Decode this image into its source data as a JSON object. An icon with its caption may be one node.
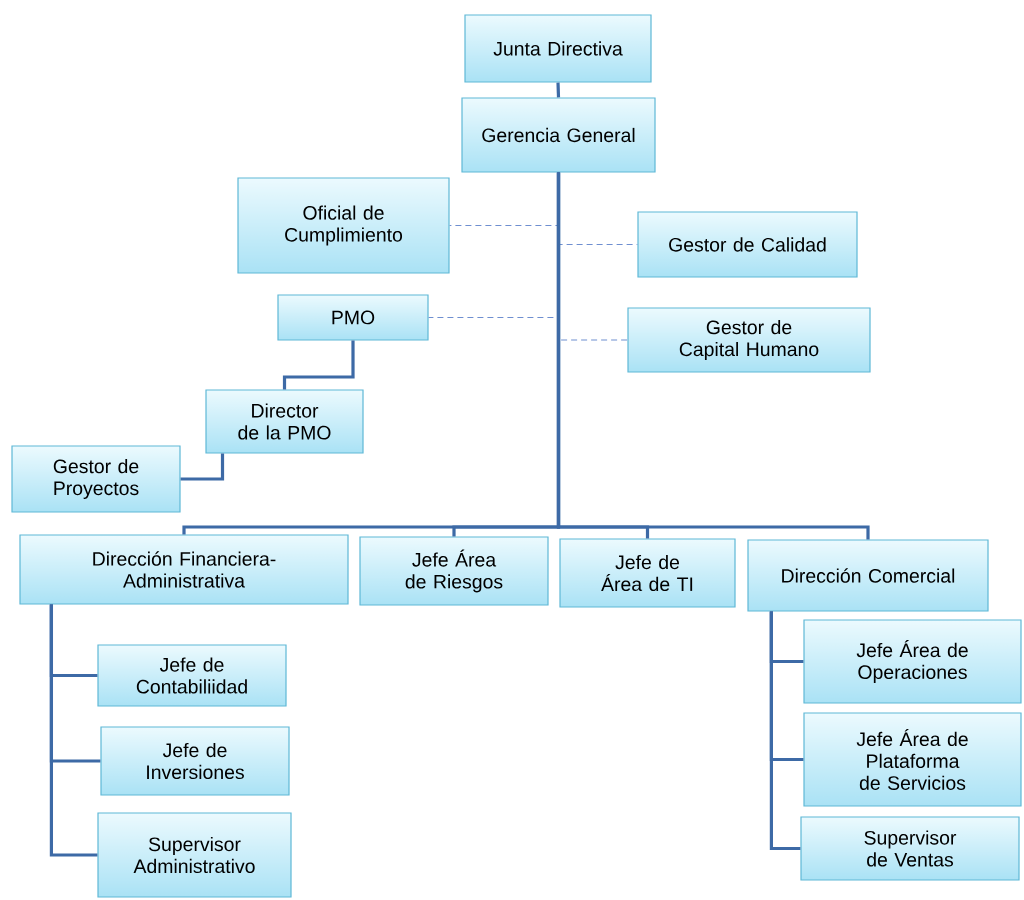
{
  "diagram": {
    "nodes": [
      {
        "text": [
          "Junta Directiva"
        ]
      },
      {
        "text": [
          "Gerencia General"
        ]
      },
      {
        "text": [
          "Oficial de Cumplimiento"
        ]
      },
      {
        "text": [
          "Gestor de Calidad"
        ]
      },
      {
        "text": [
          "PMO"
        ]
      },
      {
        "text": [
          "Gestor de Capital Humano"
        ]
      },
      {
        "text": [
          "Director de la PMO"
        ]
      },
      {
        "text": [
          "Gestor de Proyectos"
        ]
      },
      {
        "text": [
          "Dirección Financiera-Administrativa"
        ]
      },
      {
        "text": [
          "Jefe Área de Riesgos"
        ]
      },
      {
        "text": [
          "Jefe de Área de TI"
        ]
      },
      {
        "text": [
          "Dirección Comercial"
        ]
      },
      {
        "text": [
          "Jefe de Contabiliidad"
        ]
      },
      {
        "text": [
          "Jefe de Inversiones"
        ]
      },
      {
        "text": [
          "Supervisor Administrativo"
        ]
      },
      {
        "text": [
          "Jefe Área de Operaciones"
        ]
      },
      {
        "text": [
          "Jefe Área de Plataforma de Servicios"
        ]
      },
      {
        "text": [
          "Supervisor de Ventas"
        ]
      }
    ],
    "edges": [
      {
        "from": 0,
        "to": 1,
        "arrow": "none"
      },
      {
        "from": 1,
        "to": 2,
        "arrow": "none",
        "style": "dashed"
      },
      {
        "from": 1,
        "to": 3,
        "arrow": "none",
        "style": "dashed"
      },
      {
        "from": 1,
        "to": 4,
        "arrow": "none",
        "style": "dashed"
      },
      {
        "from": 1,
        "to": 5,
        "arrow": "none",
        "style": "dashed"
      },
      {
        "from": 4,
        "to": 6,
        "arrow": "none"
      },
      {
        "from": 6,
        "to": 7,
        "arrow": "none"
      },
      {
        "from": 1,
        "to": 8,
        "arrow": "none"
      },
      {
        "from": 1,
        "to": 9,
        "arrow": "none"
      },
      {
        "from": 1,
        "to": 10,
        "arrow": "none"
      },
      {
        "from": 1,
        "to": 11,
        "arrow": "none"
      },
      {
        "from": 8,
        "to": 12,
        "arrow": "none"
      },
      {
        "from": 8,
        "to": 13,
        "arrow": "none"
      },
      {
        "from": 8,
        "to": 14,
        "arrow": "none"
      },
      {
        "from": 11,
        "to": 15,
        "arrow": "none"
      },
      {
        "from": 11,
        "to": 16,
        "arrow": "none"
      },
      {
        "from": 11,
        "to": 17,
        "arrow": "none"
      }
    ]
  }
}
